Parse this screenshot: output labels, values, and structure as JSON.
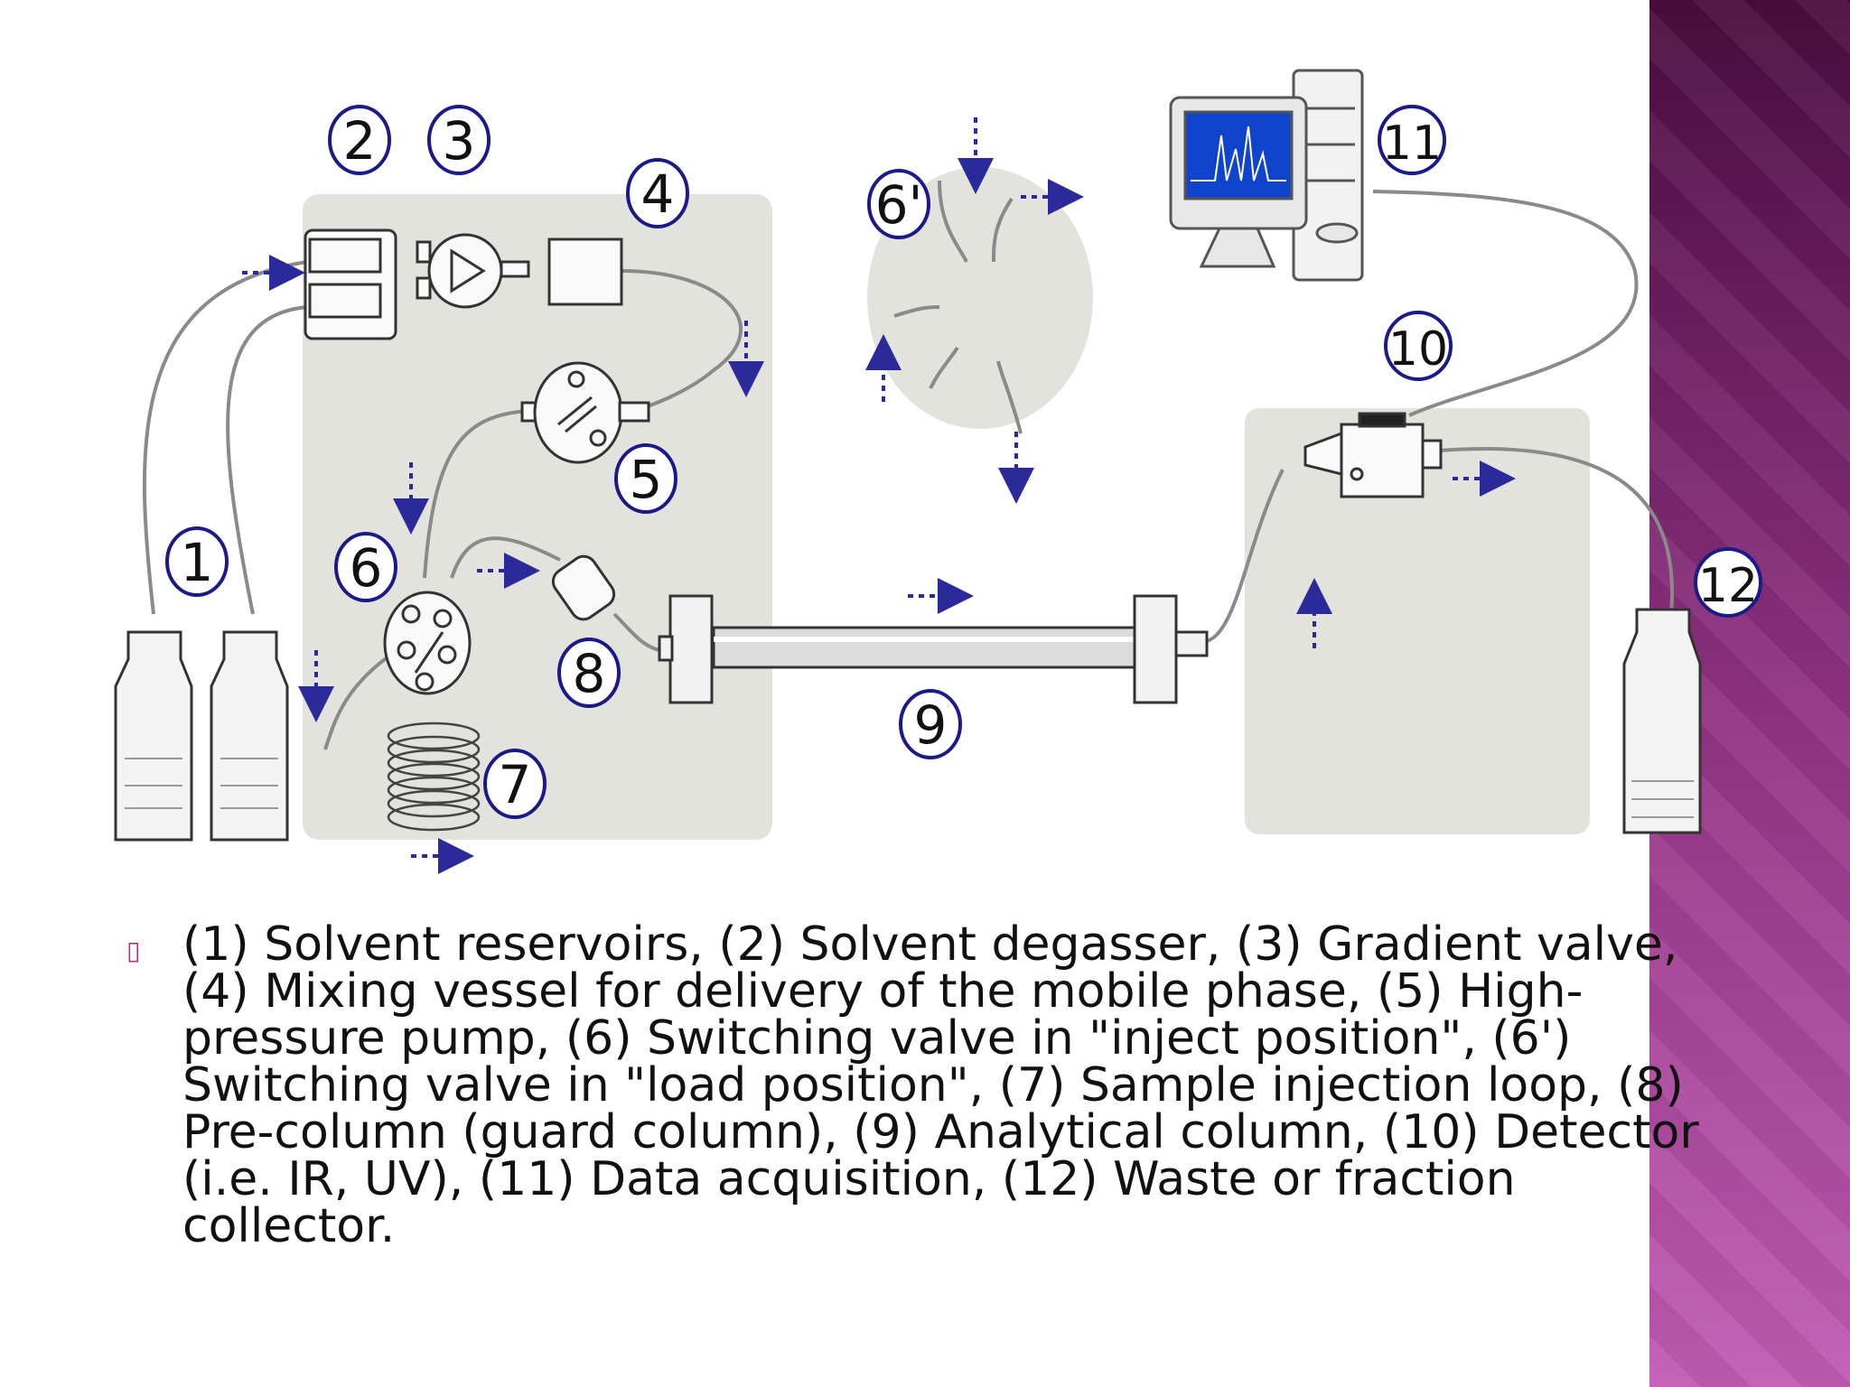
{
  "labels": {
    "n1": "1",
    "n2": "2",
    "n3": "3",
    "n4": "4",
    "n5": "5",
    "n6": "6",
    "n6p": "6'",
    "n7": "7",
    "n8": "8",
    "n9": "9",
    "n10": "10",
    "n11": "11",
    "n12": "12"
  },
  "caption": {
    "bullet": "▯",
    "text": "(1) Solvent reservoirs, (2) Solvent degasser, (3) Gradient valve, (4) Mixing vessel for delivery of the mobile phase, (5) High-pressure pump, (6) Switching valve in \"inject position\", (6') Switching valve in \"load position\", (7) Sample injection loop, (8) Pre-column (guard column), (9) Analytical column, (10) Detector (i.e. IR, UV), (11) Data acquisition, (12) Waste or fraction collector."
  },
  "colors": {
    "accent": "#b2307f",
    "arrow": "#2a2a9a",
    "panel": "#e3e3de",
    "band": "#7a2a6e"
  }
}
